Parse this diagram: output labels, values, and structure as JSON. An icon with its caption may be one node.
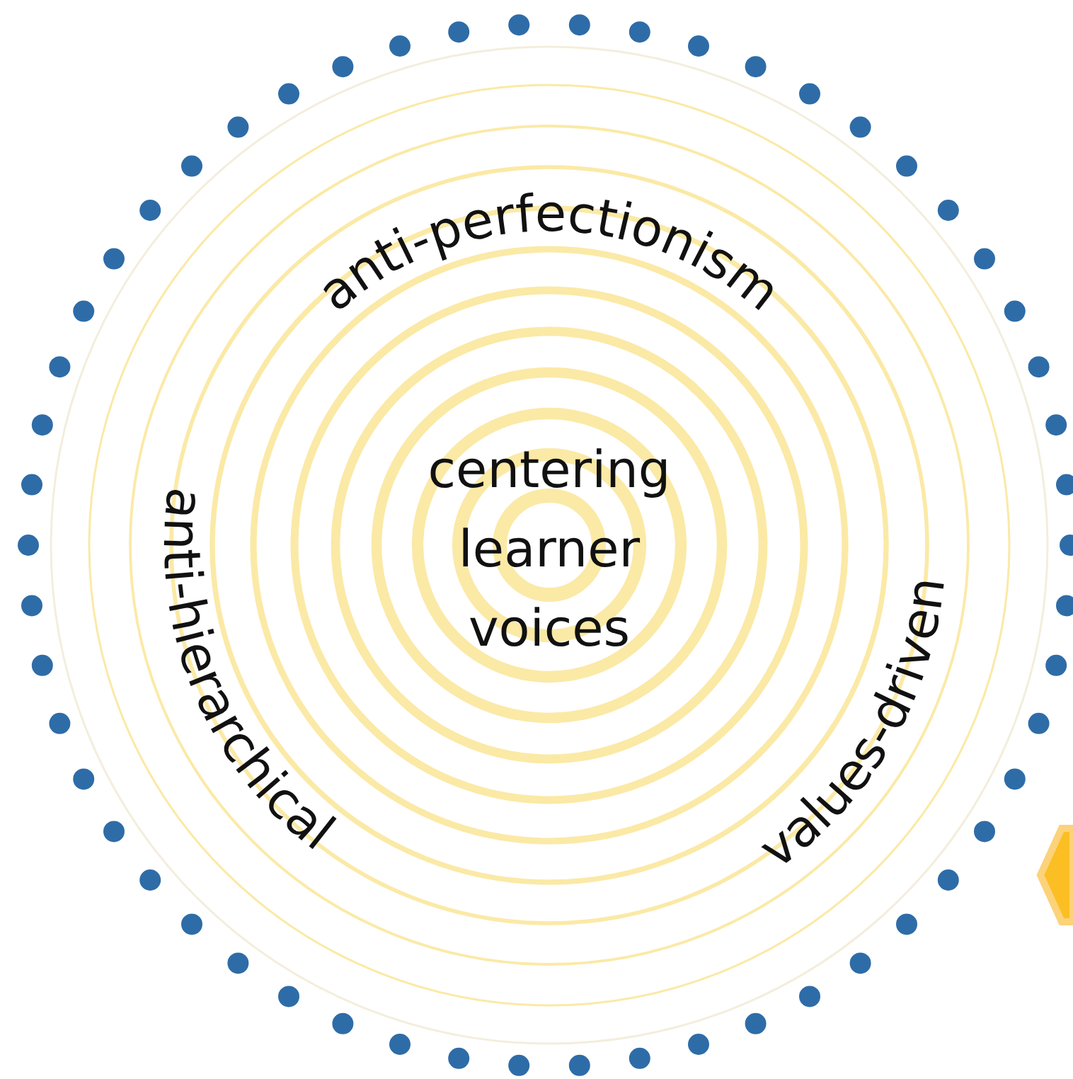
{
  "diagram": {
    "labels": [
      "anti-perfectionism",
      "centering learner voices",
      "anti-hierarchical",
      "values-driven"
    ]
  }
}
